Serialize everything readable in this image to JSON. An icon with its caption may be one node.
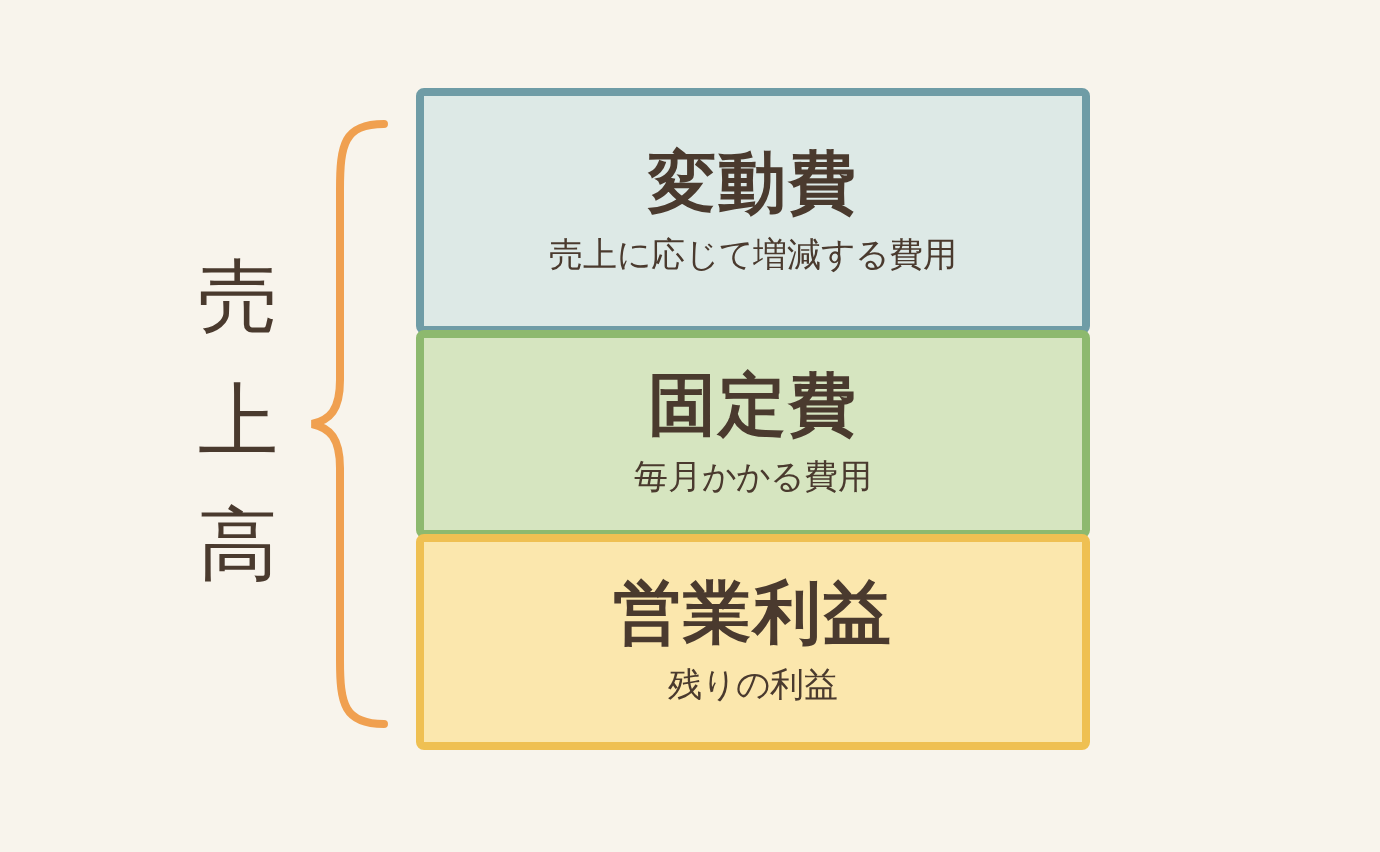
{
  "diagram": {
    "nodes": [
      {
        "text": [
          "変動費",
          "売上に応じて増減する費用"
        ]
      },
      {
        "text": [
          "固定費",
          "毎月かかる費用"
        ]
      },
      {
        "text": [
          "営業利益",
          "残りの利益"
        ]
      }
    ],
    "labels": [
      "売上高"
    ]
  }
}
